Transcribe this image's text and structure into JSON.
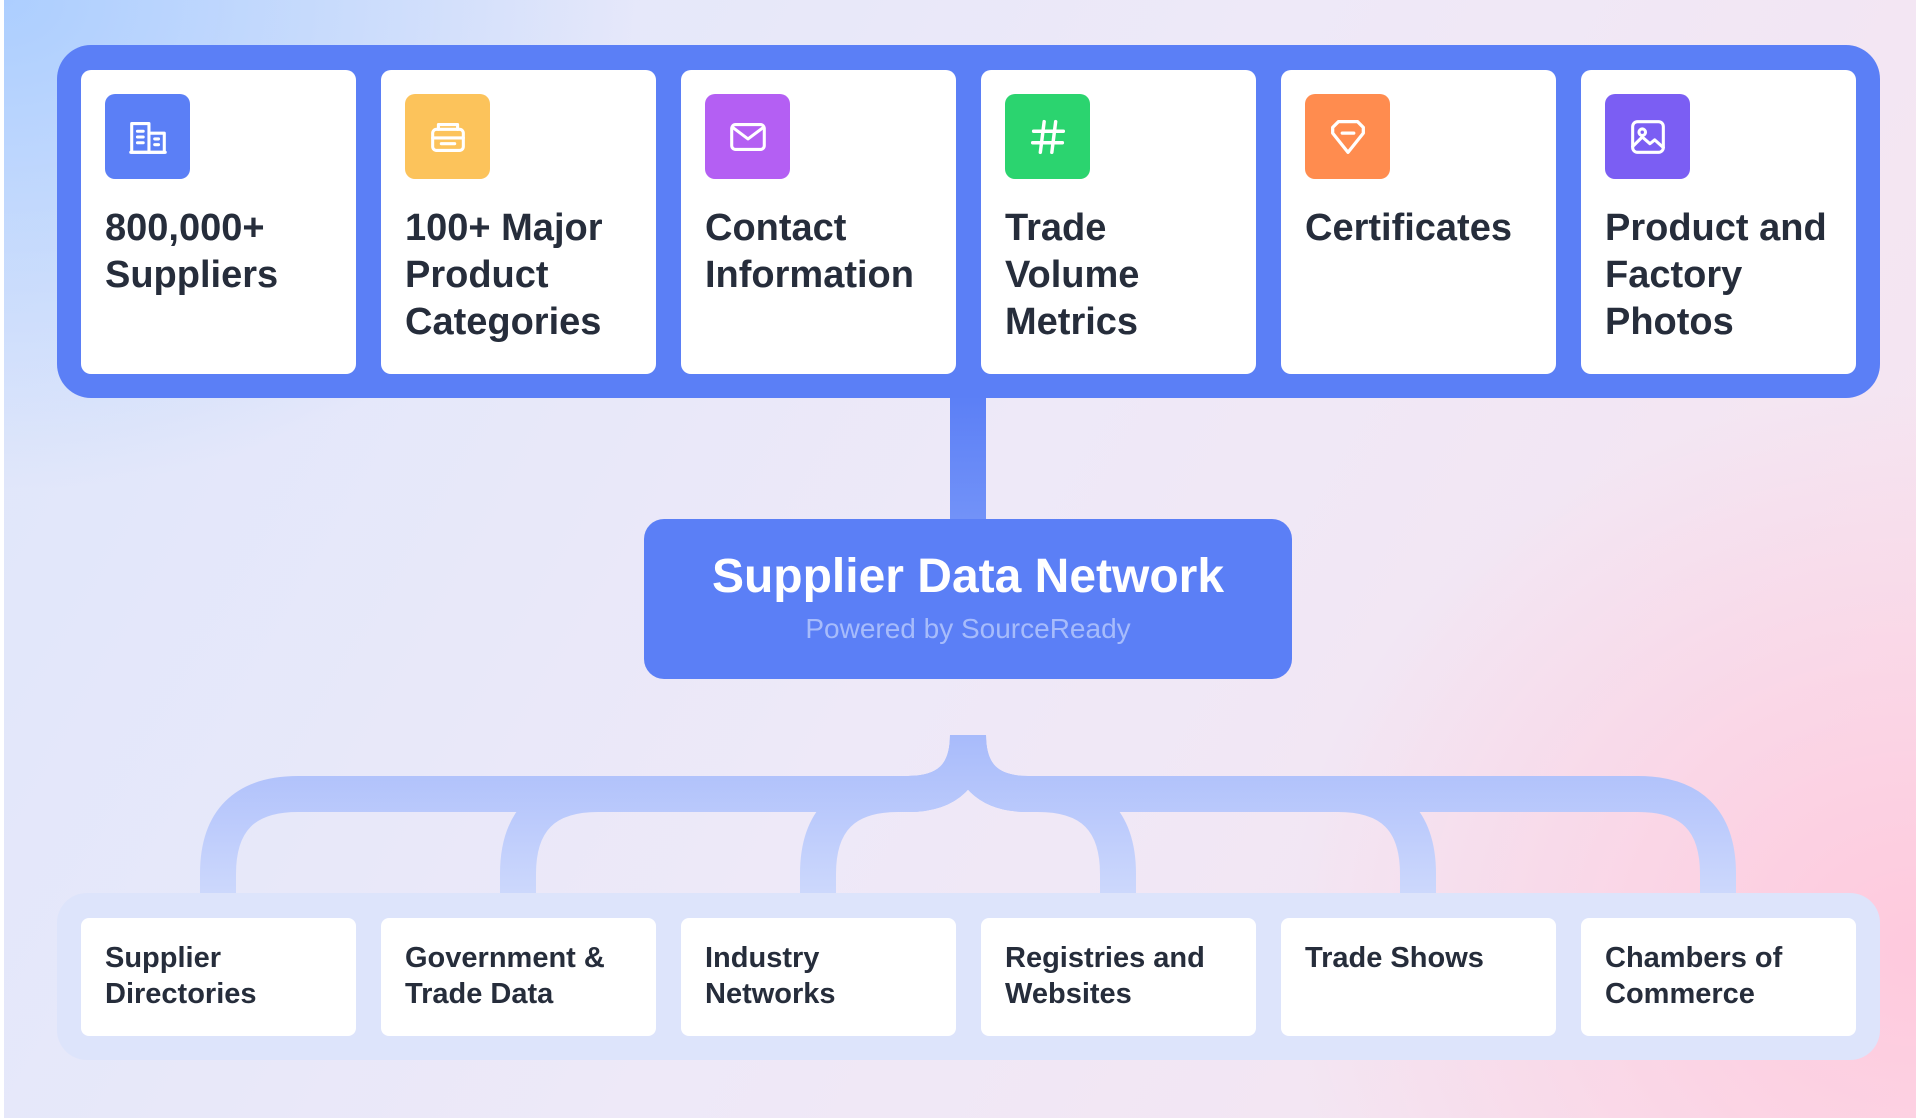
{
  "categories": [
    {
      "label": "800,000+ Suppliers",
      "icon": "building-icon",
      "color": "#5b7ff6"
    },
    {
      "label": "100+ Major Product Categories",
      "icon": "inbox-tray-icon",
      "color": "#fcc35b"
    },
    {
      "label": "Contact Information",
      "icon": "envelope-icon",
      "color": "#b45ff3"
    },
    {
      "label": "Trade Volume Metrics",
      "icon": "hashtag-icon",
      "color": "#2bd46f"
    },
    {
      "label": "Certificates",
      "icon": "badge-icon",
      "color": "#ff8c4f"
    },
    {
      "label": "Product and Factory Photos",
      "icon": "image-icon",
      "color": "#7b5ef3"
    }
  ],
  "center": {
    "title": "Supplier Data Network",
    "subtitle": "Powered by SourceReady"
  },
  "sources": [
    {
      "label": "Supplier Directories"
    },
    {
      "label": "Government & Trade Data"
    },
    {
      "label": "Industry Networks"
    },
    {
      "label": "Registries and Websites"
    },
    {
      "label": "Trade Shows"
    },
    {
      "label": "Chambers of Commerce"
    }
  ],
  "colors": {
    "primary": "#5b7ff6",
    "connector_light": "#b9c8fb",
    "text_dark": "#262d3b",
    "subtitle": "#a7bcfb"
  }
}
